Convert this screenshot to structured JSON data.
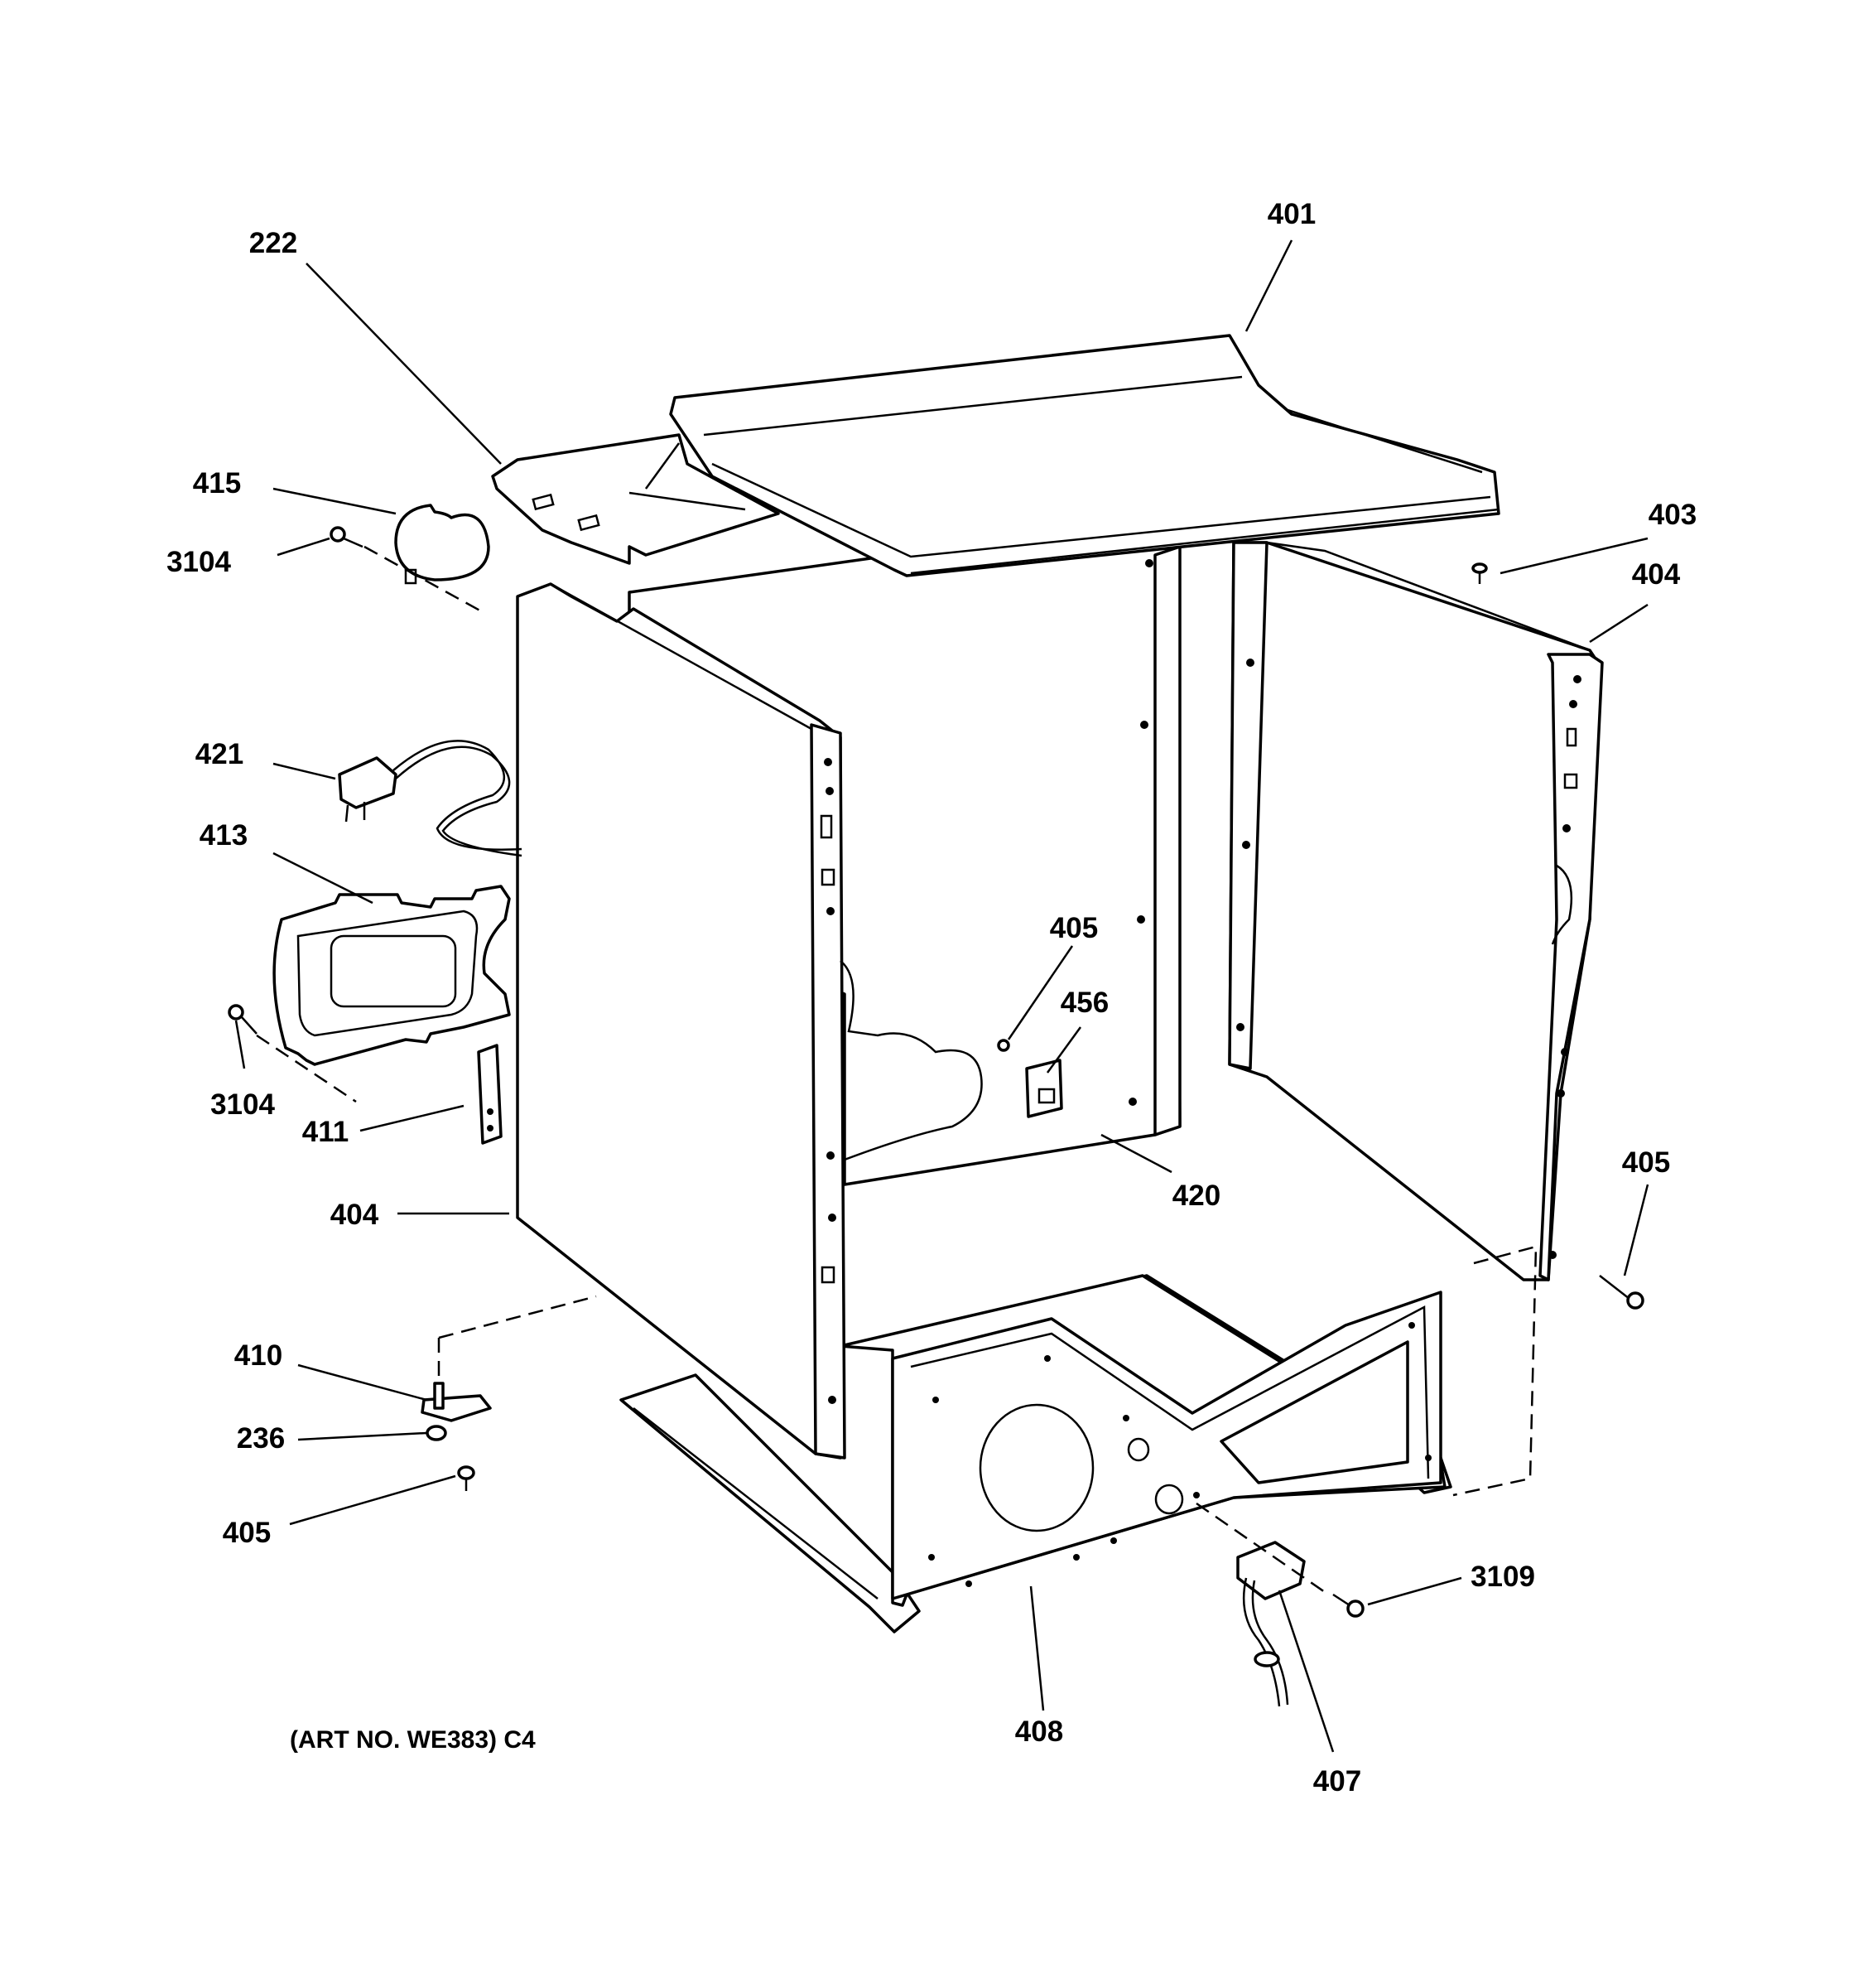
{
  "diagram": {
    "labels": {
      "l401": "401",
      "l222": "222",
      "l415": "415",
      "l3104a": "3104",
      "l403": "403",
      "l404r": "404",
      "l421": "421",
      "l413": "413",
      "l405m": "405",
      "l456": "456",
      "l3104b": "3104",
      "l411": "411",
      "l420": "420",
      "l405r": "405",
      "l404l": "404",
      "l410": "410",
      "l236": "236",
      "l405b": "405",
      "l3109": "3109",
      "l408": "408",
      "l407": "407"
    },
    "art_number": "(ART NO. WE383) C4"
  }
}
